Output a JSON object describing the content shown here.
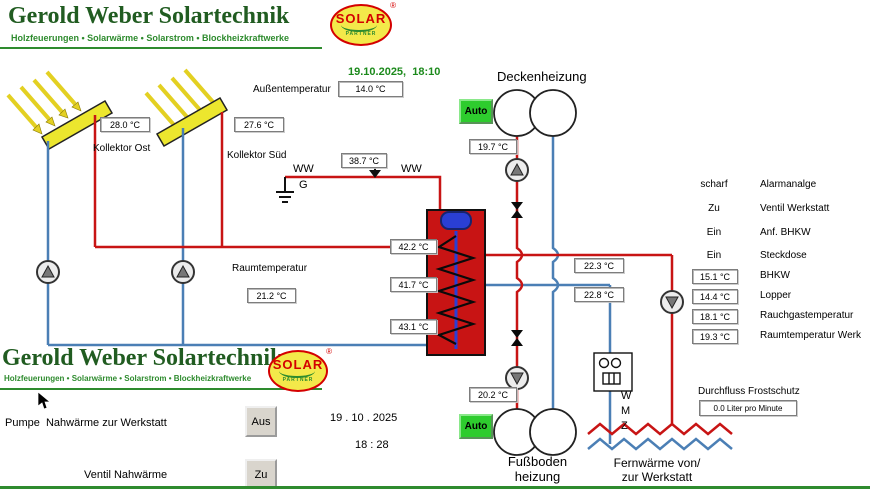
{
  "logo": {
    "title": "Gerold Weber Solartechnik",
    "subtitle": "Holzfeuerungen • Solarwärme • Solarstrom • Blockheizkraftwerke",
    "badge_solar": "SOLAR",
    "badge_partner": "PARTNER",
    "badge_r": "®"
  },
  "top": {
    "datetime": "19.10.2025,  18:10",
    "aussentemperatur_label": "Außentemperatur",
    "aussentemperatur_value": "14.0 °C"
  },
  "collectors": {
    "ost_label": "Kollektor Ost",
    "ost_value": "28.0 °C",
    "sued_label": "Kollektor Süd",
    "sued_value": "27.6 °C"
  },
  "ww": {
    "left": "WW",
    "right": "WW",
    "g": "G",
    "temp": "38.7 °C"
  },
  "tank": {
    "t1": "42.2 °C",
    "t2": "41.7 °C",
    "t3": "43.1 °C"
  },
  "raum": {
    "label": "Raumtemperatur",
    "value": "21.2 °C"
  },
  "decken": {
    "label": "Deckenheizung",
    "auto": "Auto",
    "temp": "19.7 °C"
  },
  "fussboden": {
    "label1": "Fußboden",
    "label2": "heizung",
    "auto": "Auto",
    "temp": "20.2 °C"
  },
  "mitte": {
    "t1": "22.3 °C",
    "t2": "22.8 °C"
  },
  "fern": {
    "label1": "Fernwärme von/",
    "label2": "zur Werkstatt",
    "w": "W",
    "m": "M",
    "z": "Z"
  },
  "status": {
    "rows": [
      {
        "value": "scharf",
        "label": "Alarmanalge"
      },
      {
        "value": "Zu",
        "label": "Ventil Werkstatt"
      },
      {
        "value": "Ein",
        "label": "Anf. BHKW"
      },
      {
        "value": "Ein",
        "label": "Steckdose"
      }
    ],
    "temps": [
      {
        "value": "15.1 °C",
        "label": "BHKW"
      },
      {
        "value": "14.4 °C",
        "label": "Lopper"
      },
      {
        "value": "18.1 °C",
        "label": "Rauchgastemperatur"
      },
      {
        "value": "19.3 °C",
        "label": "Raumtemperatur Werk"
      }
    ],
    "durchfluss_label": "Durchfluss Frostschutz",
    "durchfluss_value": "0.0 Liter pro Minute"
  },
  "bottom": {
    "pumpe_label": "Pumpe  Nahwärme zur Werkstatt",
    "pumpe_button": "Aus",
    "date": "19 . 10 . 2025",
    "time": "18 : 28",
    "ventil_label": "Ventil Nahwärme",
    "ventil_button": "Zu"
  }
}
